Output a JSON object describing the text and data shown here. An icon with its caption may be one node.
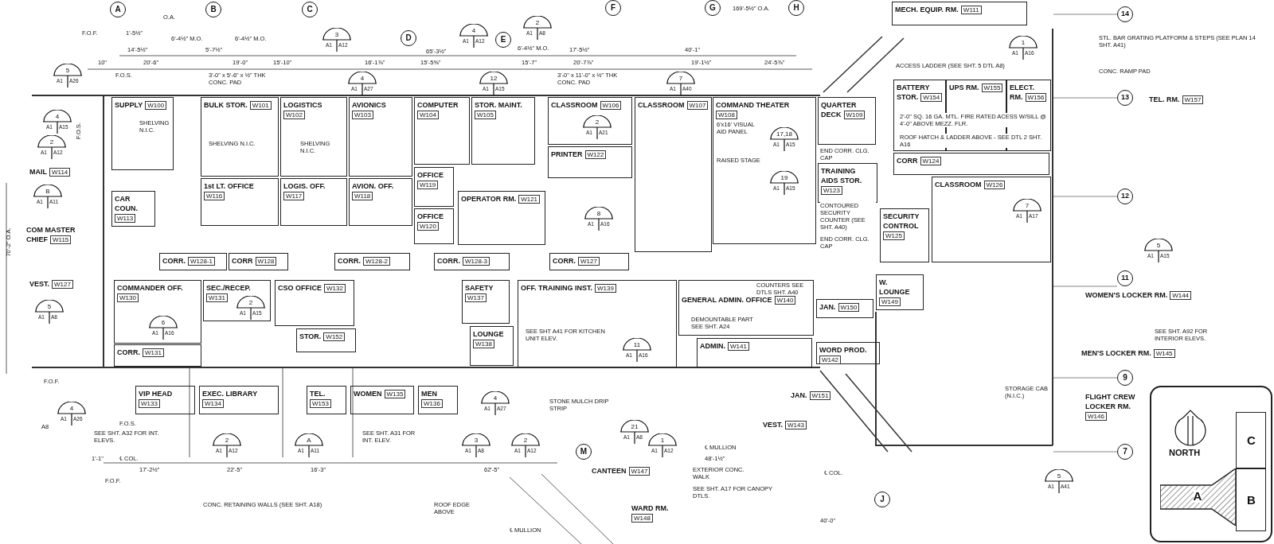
{
  "diagram": {
    "nodes": [
      {
        "text": [
          "SUPPLY",
          "W100"
        ]
      },
      {
        "text": [
          "BULK STOR.",
          "W101"
        ]
      },
      {
        "text": [
          "LOGISTICS",
          "W102"
        ]
      },
      {
        "text": [
          "AVIONICS",
          "W103"
        ]
      },
      {
        "text": [
          "COMPUTER",
          "W104"
        ]
      },
      {
        "text": [
          "STOR. MAINT.",
          "W105"
        ]
      },
      {
        "text": [
          "CLASSROOM",
          "W106"
        ]
      },
      {
        "text": [
          "CLASSROOM",
          "W107"
        ]
      },
      {
        "text": [
          "COMMAND THEATER",
          "W108"
        ]
      },
      {
        "text": [
          "QUARTER DECK",
          "W109"
        ]
      },
      {
        "text": [
          "MECH. EQUIP. RM.",
          "W111"
        ]
      },
      {
        "text": [
          "BATTERY STOR.",
          "W154"
        ]
      },
      {
        "text": [
          "UPS RM.",
          "W155"
        ]
      },
      {
        "text": [
          "ELECT. RM.",
          "W156"
        ]
      },
      {
        "text": [
          "TEL. RM.",
          "W157"
        ]
      },
      {
        "text": [
          "CORR",
          "W124"
        ]
      },
      {
        "text": [
          "1st LT. OFFICE",
          "W116"
        ]
      },
      {
        "text": [
          "LOGIS. OFF.",
          "W117"
        ]
      },
      {
        "text": [
          "AVION. OFF.",
          "W118"
        ]
      },
      {
        "text": [
          "OFFICE",
          "W119"
        ]
      },
      {
        "text": [
          "OFFICE",
          "W120"
        ]
      },
      {
        "text": [
          "OPERATOR RM.",
          "W121"
        ]
      },
      {
        "text": [
          "PRINTER",
          "W122"
        ]
      },
      {
        "text": [
          "TRAINING AIDS STOR.",
          "W123"
        ]
      },
      {
        "text": [
          "MAIL",
          "W114"
        ]
      },
      {
        "text": [
          "CAR COUN.",
          "W113"
        ]
      },
      {
        "text": [
          "COM MASTER CHIEF",
          "W115"
        ]
      },
      {
        "text": [
          "SECURITY CONTROL",
          "W125"
        ]
      },
      {
        "text": [
          "CLASSROOM",
          "W126"
        ]
      },
      {
        "text": [
          "CORR.",
          "W128-1"
        ]
      },
      {
        "text": [
          "CORR",
          "W128"
        ]
      },
      {
        "text": [
          "CORR.",
          "W128-2"
        ]
      },
      {
        "text": [
          "CORR.",
          "W128-3"
        ]
      },
      {
        "text": [
          "CORR.",
          "W127"
        ]
      },
      {
        "text": [
          "VEST.",
          "W127"
        ]
      },
      {
        "text": [
          "COMMANDER OFF.",
          "W130"
        ]
      },
      {
        "text": [
          "SEC./RECEP.",
          "W131"
        ]
      },
      {
        "text": [
          "CSO OFFICE",
          "W132"
        ]
      },
      {
        "text": [
          "STOR.",
          "W152"
        ]
      },
      {
        "text": [
          "CORR.",
          "W131"
        ]
      },
      {
        "text": [
          "SAFETY",
          "W137"
        ]
      },
      {
        "text": [
          "LOUNGE",
          "W138"
        ]
      },
      {
        "text": [
          "OFF. TRAINING INST.",
          "W139"
        ]
      },
      {
        "text": [
          "GENERAL ADMIN. OFFICE",
          "W140"
        ]
      },
      {
        "text": [
          "ADMIN.",
          "W141"
        ]
      },
      {
        "text": [
          "JAN.",
          "W150"
        ]
      },
      {
        "text": [
          "WORD PROD.",
          "W142"
        ]
      },
      {
        "text": [
          "W. LOUNGE",
          "W149"
        ]
      },
      {
        "text": [
          "WOMEN'S LOCKER RM.",
          "W144"
        ]
      },
      {
        "text": [
          "MEN'S LOCKER RM.",
          "W145"
        ]
      },
      {
        "text": [
          "FLIGHT CREW LOCKER RM.",
          "W146"
        ]
      },
      {
        "text": [
          "VIP HEAD",
          "W133"
        ]
      },
      {
        "text": [
          "EXEC. LIBRARY",
          "W134"
        ]
      },
      {
        "text": [
          "TEL.",
          "W153"
        ]
      },
      {
        "text": [
          "WOMEN",
          "W135"
        ]
      },
      {
        "text": [
          "MEN",
          "W136"
        ]
      },
      {
        "text": [
          "JAN.",
          "W151"
        ]
      },
      {
        "text": [
          "VEST.",
          "W143"
        ]
      },
      {
        "text": [
          "CANTEEN",
          "W147"
        ]
      },
      {
        "text": [
          "WARD RM.",
          "W148"
        ]
      },
      {
        "text": [
          "NORTH"
        ]
      },
      {
        "text": [
          "C"
        ],
        "in": 60
      },
      {
        "text": [
          "A"
        ],
        "in": 60
      },
      {
        "text": [
          "B"
        ],
        "in": 60
      }
    ],
    "labels": [
      "A",
      "B",
      "C",
      "D",
      "E",
      "F",
      "G",
      "H",
      "14",
      "13",
      "12",
      "11",
      "9",
      "M",
      "7",
      "J",
      "O.A.",
      "F.O.F.",
      "1'-5½\"",
      "14'-5½\"",
      "6'-4½\" M.O.",
      "5'-7½\"",
      "6'-4½\" M.O.",
      "10\"",
      "20'-6\"",
      "19'-0\"",
      "15'-10\"",
      "16'-1⅞\"",
      "15'-5⅝\"",
      "65'-3½\"",
      "6'-4½\" M.O.",
      "17'-5½\"",
      "15'-7\"",
      "20'-7⅞\"",
      "40'-1\"",
      "19'-1½\"",
      "24'-5⅞\"",
      "169'-5½\" O.A.",
      "F.O.S.",
      "3'-0\" x 5'-6\" x ½\" THK CONC. PAD",
      "3'-0\" x 11'-0\" x ½\" THK CONC. PAD",
      "SHELVING N.I.C.",
      "SHELVING N.I.C.",
      "SHELVING N.I.C.",
      "6'x16' VISUAL AID PANEL",
      "RAISED STAGE",
      "STL. BAR GRATING PLATFORM & STEPS (SEE PLAN 14 SHT. A41)",
      "CONC. RAMP PAD",
      "ACCESS LADDER (SEE SHT. 5 DTL A8)",
      "2'-0\" SQ. 16 GA. MTL. FIRE RATED ACESS W/SILL @ 4'-0\" ABOVE MEZZ. FLR.",
      "ROOF HATCH & LADDER ABOVE - SEE DTL 2 SHT. A16",
      "END CORR. CLG. CAP",
      "CONTOURED SECURITY COUNTER (SEE SHT. A40)",
      "END CORR. CLG. CAP",
      "COUNTERS SEE DTLS SHT. A40",
      "DEMOUNTABLE PART SEE SHT. A24",
      "SEE SHT A41 FOR KITCHEN UNIT ELEV.",
      "SEE SHT. A92 FOR INTERIOR ELEVS.",
      "STORAGE CAB (N.I.C.)",
      "SEE SHT. A32 FOR INT. ELEVS.",
      "SEE SHT. A31 FOR INT. ELEV.",
      "STONE MULCH DRIP STRIP",
      "CONC. RETAINING WALLS (SEE SHT. A18)",
      "ROOF EDGE ABOVE",
      "℄ MULLION",
      "℄ MULLION",
      "48'-1½\"",
      "EXTERIOR CONC. WALK",
      "SEE SHT. A17 FOR CANOPY DTLS.",
      "℄ COL.",
      "℄ COL.",
      "1'-1\"",
      "F.O.S.",
      "F.O.F.",
      "F.O.F.",
      "17'-2½\"",
      "22'-5\"",
      "16'-3\"",
      "62'-5\"",
      "70'-2\" O.A.",
      "A8",
      "F.O.S.",
      "40'-0\"",
      "5",
      "A1",
      "A26",
      "4",
      "A1",
      "A15",
      "2",
      "A1",
      "A12",
      "B",
      "A1",
      "A11",
      "3",
      "A1",
      "A12",
      "4",
      "A1",
      "A27",
      "4",
      "A1",
      "A12",
      "2",
      "A1",
      "A8",
      "12",
      "A1",
      "A15",
      "2",
      "A1",
      "A21",
      "7",
      "A1",
      "A40",
      "8",
      "A1",
      "A16",
      "17,18",
      "A1",
      "A15",
      "19",
      "A1",
      "A15",
      "1",
      "A1",
      "A16",
      "7",
      "A1",
      "A17",
      "5",
      "A1",
      "A8",
      "6",
      "A1",
      "A16",
      "2",
      "A1",
      "A15",
      "4",
      "A1",
      "A26",
      "2",
      "A1",
      "A12",
      "A",
      "A1",
      "A11",
      "3",
      "A1",
      "A8",
      "2",
      "A1",
      "A12",
      "21",
      "A1",
      "A8",
      "1",
      "A1",
      "A12",
      "5",
      "A1",
      "A15",
      "5",
      "A1",
      "A41",
      "11",
      "A1",
      "A16",
      "4",
      "A1",
      "A27"
    ]
  }
}
